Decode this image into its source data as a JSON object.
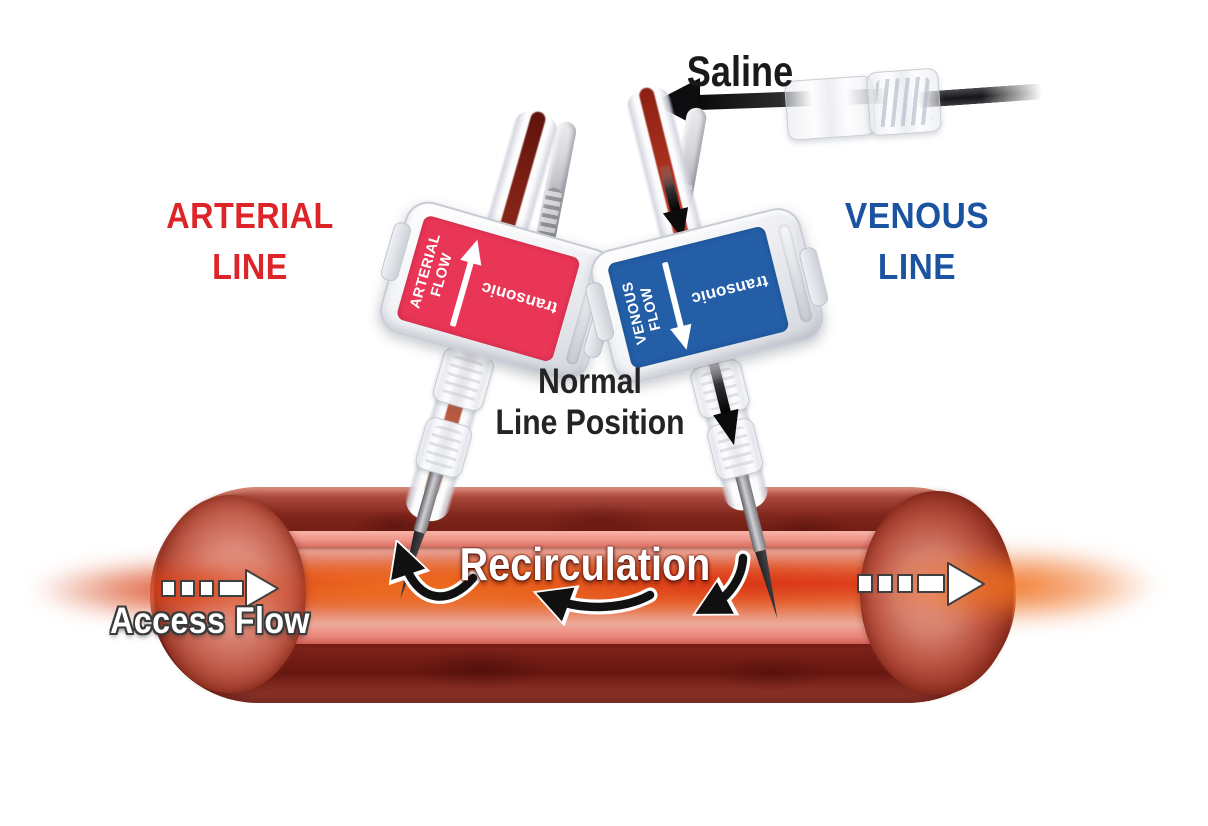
{
  "labels": {
    "saline": "Saline",
    "arterial_line": {
      "line1": "ARTERIAL",
      "line2": "LINE"
    },
    "venous_line": {
      "line1": "VENOUS",
      "line2": "LINE"
    },
    "normal_position": {
      "line1": "Normal",
      "line2": "Line Position"
    },
    "recirculation": "Recirculation",
    "access_flow": "Access Flow"
  },
  "sensors": {
    "arterial": {
      "label": "ARTERIAL FLOW",
      "brand": "transonic",
      "flow_direction": "up"
    },
    "venous": {
      "label": "VENOUS FLOW",
      "brand": "transonic",
      "flow_direction": "down"
    }
  },
  "colors": {
    "arterial_text": "#DD2428",
    "venous_text": "#1A539F",
    "arterial_sensor": "#E93556",
    "venous_sensor": "#235EA7",
    "ink": "#1A1A1A",
    "vessel_wall": "#A03A2F",
    "lumen_red": "#D62A1C",
    "lumen_orange": "#EE7B2C"
  }
}
